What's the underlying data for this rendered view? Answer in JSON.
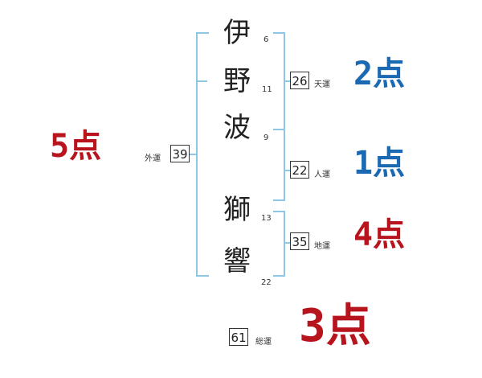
{
  "colors": {
    "blue": "#1c69b3",
    "red": "#b8141e",
    "bracket": "#8ec7e4"
  },
  "name": {
    "chars": [
      {
        "char": "伊",
        "strokes": "6"
      },
      {
        "char": "野",
        "strokes": "11"
      },
      {
        "char": "波",
        "strokes": "9"
      },
      {
        "char": "獅",
        "strokes": "13"
      },
      {
        "char": "響",
        "strokes": "22"
      }
    ]
  },
  "fortunes": {
    "tenkaku": {
      "value": "26",
      "label": "天運",
      "score_num": "2",
      "score_unit": "点"
    },
    "jinkaku": {
      "value": "22",
      "label": "人運",
      "score_num": "1",
      "score_unit": "点"
    },
    "chikaku": {
      "value": "35",
      "label": "地運",
      "score_num": "4",
      "score_unit": "点"
    },
    "gaikaku": {
      "value": "39",
      "label": "外運",
      "score_num": "5",
      "score_unit": "点"
    },
    "soukaku": {
      "value": "61",
      "label": "総運",
      "score_num": "3",
      "score_unit": "点"
    }
  }
}
